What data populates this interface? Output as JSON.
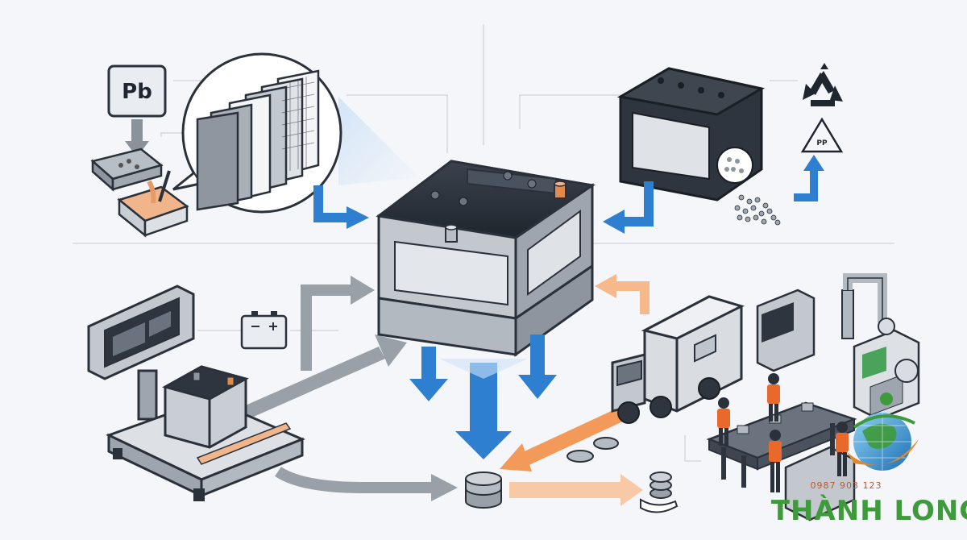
{
  "lead_symbol": "Pb",
  "plastic_symbol": "PP",
  "logo": {
    "phone": "0987 903 123",
    "brand": "THÀNH LONG"
  },
  "colors": {
    "background": "#f4f6f9",
    "outline": "#2b313a",
    "blue_arrow": "#2f7fd0",
    "orange_arrow": "#f39a5a",
    "gray_arrow": "#9aa0a8",
    "brand_green": "#3e9a3a",
    "brand_orange": "#c1572b"
  },
  "icons": [
    "lead-ingot-icon",
    "smelting-pot-icon",
    "battery-plates-icon",
    "recycle-icon",
    "pp-recycle-icon",
    "scale-icon",
    "battery-small-icon",
    "truck-icon",
    "factory-icon",
    "coins-icon",
    "hand-coins-icon",
    "globe-logo-icon"
  ]
}
